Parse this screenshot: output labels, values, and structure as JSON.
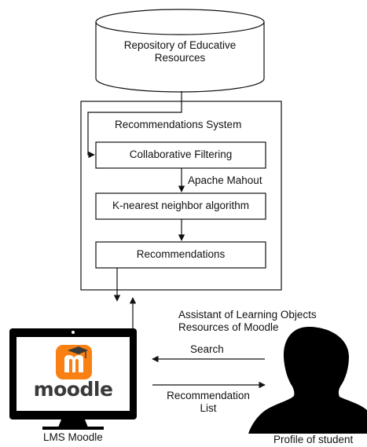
{
  "repository": {
    "line1": "Repository of Educative",
    "line2": "Resources"
  },
  "system": {
    "title": "Recommendations System"
  },
  "steps": {
    "collaborative": "Collaborative Filtering",
    "mahout": "Apache Mahout",
    "knn": "K-nearest neighbor algorithm",
    "recommendations": "Recommendations"
  },
  "assistant": {
    "line1": "Assistant of Learning Objects",
    "line2": "Resources of Moodle"
  },
  "flows": {
    "search": "Search",
    "rec_list_line1": "Recommendation",
    "rec_list_line2": "List"
  },
  "lms": {
    "label": "LMS Moodle",
    "logo_text": "moodle",
    "logo_letter": "m"
  },
  "student": {
    "label": "Profile of student"
  },
  "colors": {
    "moodle_orange": "#F98012",
    "moodle_grey": "#3a3a3a",
    "stroke": "#111111"
  }
}
